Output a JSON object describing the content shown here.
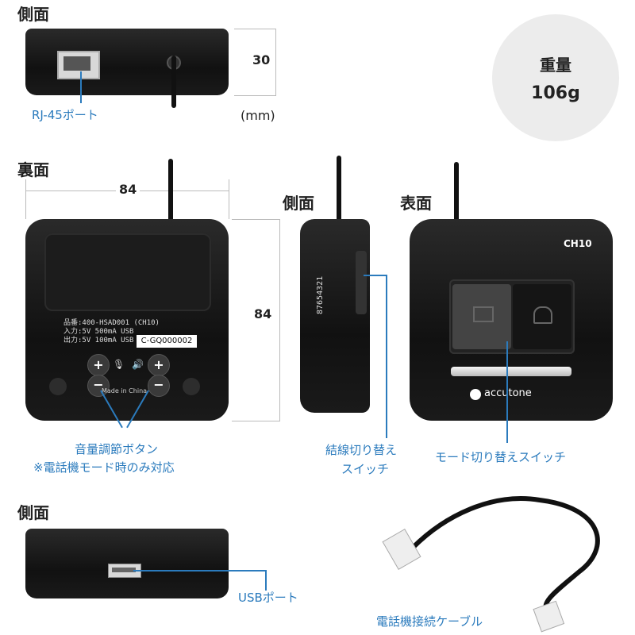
{
  "top_side": {
    "heading": "側面",
    "height_dim": "30",
    "unit": "(mm)",
    "port_label": "RJ-45ポート"
  },
  "weight": {
    "label": "重量",
    "value": "106g"
  },
  "back": {
    "heading": "裏面",
    "width_dim": "84",
    "height_dim": "84",
    "label_lines": [
      "品番:400-HSAD001 (CH10)",
      "入力:5V 500mA USB",
      "出力:5V 100mA USB"
    ],
    "code": "C-GQ000002",
    "made_in": "Made in China",
    "callout": [
      "音量調節ボタン",
      "※電話機モード時のみ対応"
    ]
  },
  "mid_side": {
    "heading": "側面",
    "serial": "87654321",
    "callout": [
      "結線切り替え",
      "スイッチ"
    ]
  },
  "front": {
    "heading": "表面",
    "model": "CH10",
    "brand": "accutone",
    "callout": "モード切り替えスイッチ"
  },
  "bottom_side": {
    "heading": "側面",
    "port_label": "USBポート"
  },
  "cable": {
    "label": "電話機接続ケーブル"
  },
  "icons": [
    "monitor-icon",
    "headset-icon",
    "microphone-icon",
    "speaker-icon",
    "plus-icon",
    "minus-icon",
    "accutone-logo-icon"
  ]
}
